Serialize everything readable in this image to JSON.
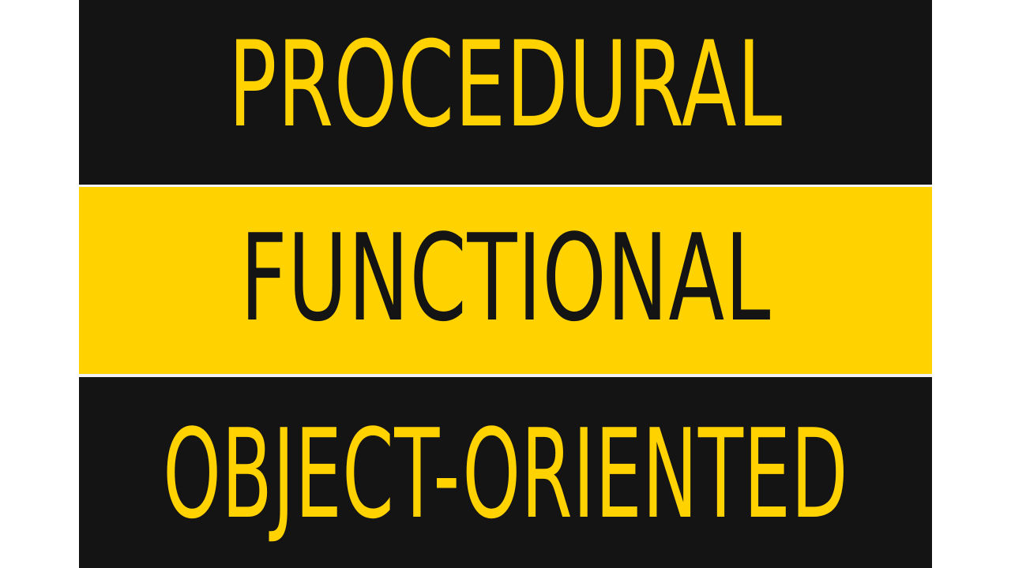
{
  "colors": {
    "background": "#141414",
    "accent": "#ffd200",
    "divider": "#f2f2f2"
  },
  "bands": {
    "top": "PROCEDURAL",
    "middle": "FUNCTIONAL",
    "bottom": "OBJECT-ORIENTED"
  }
}
